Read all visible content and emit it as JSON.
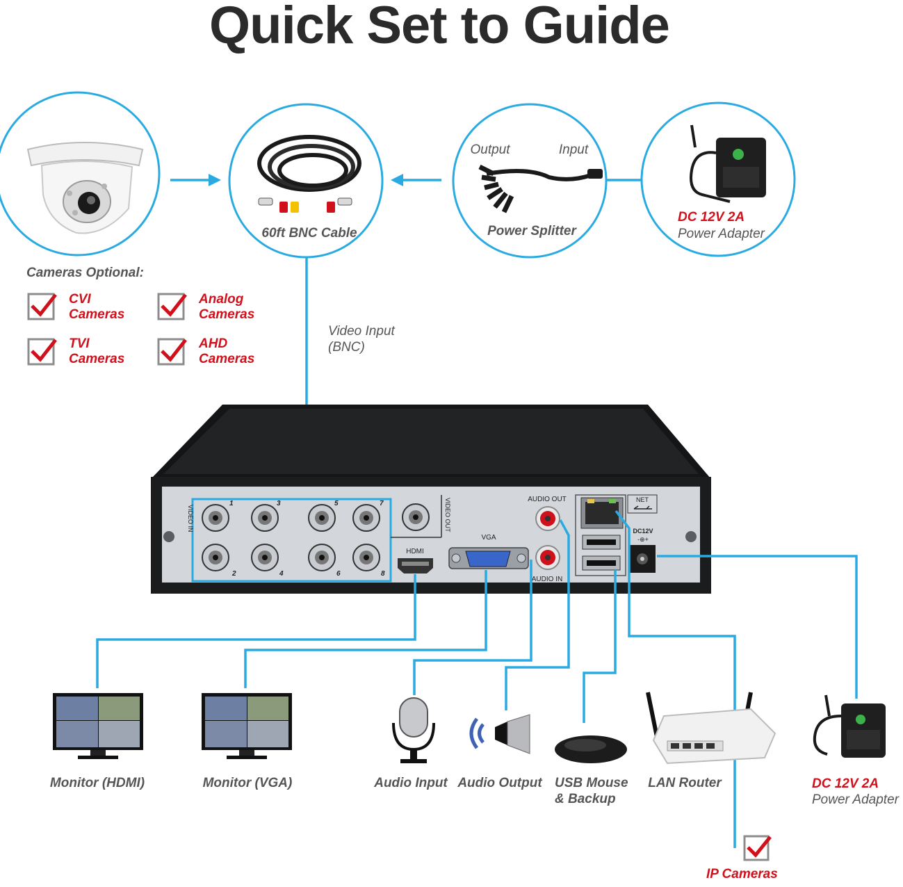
{
  "title": "Quick Set to Guide",
  "components": {
    "bnc_cable": "60ft BNC Cable",
    "splitter_output": "Output",
    "splitter_input": "Input",
    "splitter_name": "Power Splitter",
    "adapter_top_spec": "DC 12V 2A",
    "adapter_top_name": "Power Adapter"
  },
  "cameras_optional": {
    "heading": "Cameras Optional:",
    "items": [
      {
        "line1": "CVI",
        "line2": "Cameras"
      },
      {
        "line1": "Analog",
        "line2": "Cameras"
      },
      {
        "line1": "TVI",
        "line2": "Cameras"
      },
      {
        "line1": "AHD",
        "line2": "Cameras"
      }
    ]
  },
  "video_input": {
    "line1": "Video Input",
    "line2": "(BNC)"
  },
  "dvr_labels": {
    "video_in": "VIDEO IN",
    "video_out": "VIDEO OUT",
    "channels": [
      "1",
      "2",
      "3",
      "4",
      "5",
      "6",
      "7",
      "8"
    ],
    "hdmi": "HDMI",
    "vga": "VGA",
    "audio_out": "AUDIO OUT",
    "audio_in": "AUDIO IN",
    "net": "NET",
    "dc12v": "DC12V"
  },
  "devices": {
    "monitor_hdmi": "Monitor (HDMI)",
    "monitor_vga": "Monitor (VGA)",
    "audio_input": "Audio Input",
    "audio_output": "Audio Output",
    "usb_line1": "USB Mouse",
    "usb_line2": "& Backup",
    "lan_router": "LAN Router",
    "adapter_bottom_spec": "DC 12V 2A",
    "adapter_bottom_name": "Power Adapter",
    "ip_cameras": "IP Cameras"
  },
  "colors": {
    "accent": "#29abe2",
    "highlight": "#d0101a",
    "dvr_body": "#1c1d1f",
    "dvr_panel": "#d3d6da"
  }
}
